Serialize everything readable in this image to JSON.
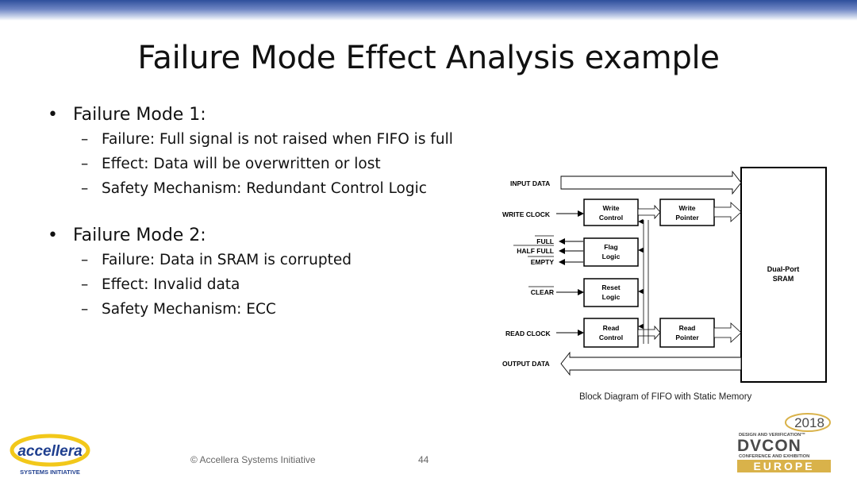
{
  "slide": {
    "title": "Failure Mode Effect Analysis example",
    "bullets": [
      {
        "heading": "Failure Mode 1:",
        "items": [
          "Failure: Full signal is not raised when FIFO is full",
          "Effect: Data will be overwritten or lost",
          "Safety Mechanism: Redundant Control Logic"
        ]
      },
      {
        "heading": "Failure Mode 2:",
        "items": [
          "Failure: Data in SRAM is corrupted",
          "Effect: Invalid data",
          "Safety Mechanism: ECC"
        ]
      }
    ]
  },
  "diagram": {
    "signals": {
      "input_data": "INPUT DATA",
      "write_clock": "WRITE CLOCK",
      "full": "FULL",
      "half_full": "HALF FULL",
      "empty": "EMPTY",
      "clear": "CLEAR",
      "read_clock": "READ CLOCK",
      "output_data": "OUTPUT DATA"
    },
    "blocks": {
      "write_control": [
        "Write",
        "Control"
      ],
      "write_pointer": [
        "Write",
        "Pointer"
      ],
      "flag_logic": [
        "Flag",
        "Logic"
      ],
      "reset_logic": [
        "Reset",
        "Logic"
      ],
      "read_control": [
        "Read",
        "Control"
      ],
      "read_pointer": [
        "Read",
        "Pointer"
      ],
      "sram": [
        "Dual-Port",
        "SRAM"
      ]
    },
    "caption": "Block Diagram of FIFO with Static Memory"
  },
  "footer": {
    "copyright": "© Accellera Systems Initiative",
    "page_number": "44"
  },
  "logos": {
    "accellera": {
      "wordmark": "accellera",
      "tagline": "SYSTEMS INITIATIVE"
    },
    "dvcon": {
      "year": "2018",
      "line1": "DESIGN AND VERIFICATION™",
      "name": "DVCON",
      "line2": "CONFERENCE AND EXHIBITION",
      "region": "EUROPE"
    }
  },
  "colors": {
    "header_band": "#2e4f9c",
    "accellera_blue": "#1f3f8f",
    "accellera_yellow": "#f2c81a",
    "dvcon_gray": "#4a4a4a",
    "dvcon_gold": "#d9b24a"
  }
}
